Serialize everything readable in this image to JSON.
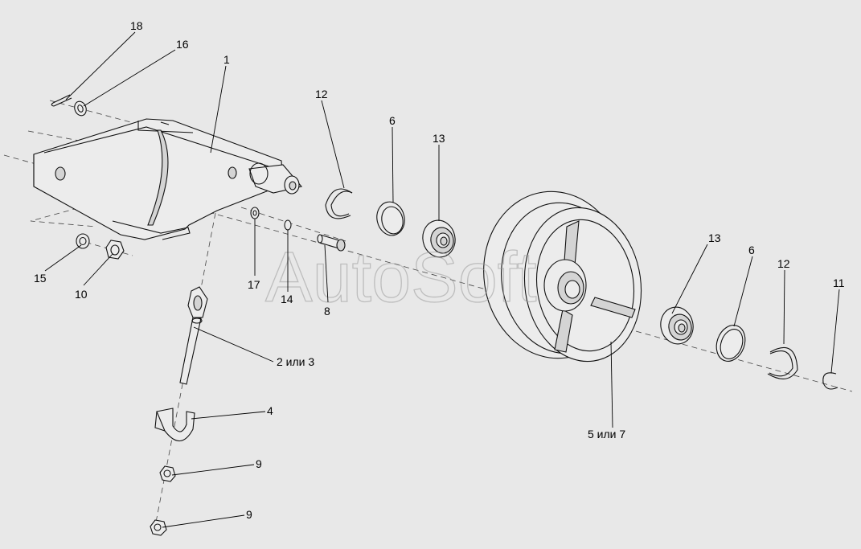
{
  "watermark": "AutoSoft",
  "callouts": {
    "c18": "18",
    "c16": "16",
    "c1": "1",
    "c12a": "12",
    "c6a": "6",
    "c13a": "13",
    "c15": "15",
    "c10": "10",
    "c17": "17",
    "c14": "14",
    "c8": "8",
    "c2or3": "2 или 3",
    "c4": "4",
    "c9a": "9",
    "c9b": "9",
    "c13b": "13",
    "c6b": "6",
    "c12b": "12",
    "c11": "11",
    "c5or7": "5 или 7"
  }
}
